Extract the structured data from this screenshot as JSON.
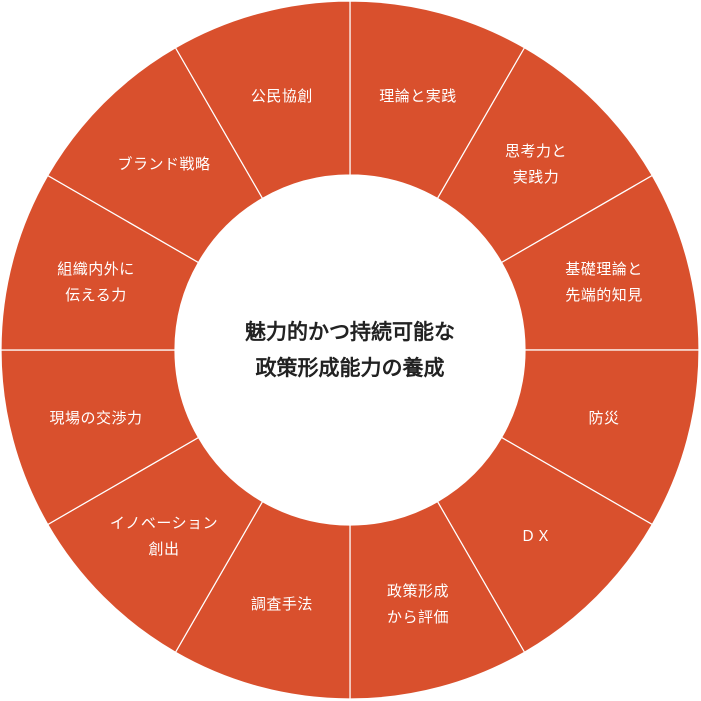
{
  "center": {
    "lines": [
      "魅力的かつ持続可能な",
      "政策形成能力の養成"
    ]
  },
  "colors": {
    "segment": "#d9502d",
    "divider": "#ffffff",
    "center_fill": "#ffffff",
    "label": "#ffffff",
    "title": "#222222"
  },
  "segments": [
    {
      "lines": [
        "理論と実践"
      ]
    },
    {
      "lines": [
        "思考力と",
        "実践力"
      ]
    },
    {
      "lines": [
        "基礎理論と",
        "先端的知見"
      ]
    },
    {
      "lines": [
        "防災"
      ]
    },
    {
      "lines": [
        "ＤＸ"
      ]
    },
    {
      "lines": [
        "政策形成",
        "から評価"
      ]
    },
    {
      "lines": [
        "調査手法"
      ]
    },
    {
      "lines": [
        "イノベーション",
        "創出"
      ]
    },
    {
      "lines": [
        "現場の交渉力"
      ]
    },
    {
      "lines": [
        "組織内外に",
        "伝える力"
      ]
    },
    {
      "lines": [
        "ブランド戦略"
      ]
    },
    {
      "lines": [
        "公民協創"
      ]
    }
  ]
}
